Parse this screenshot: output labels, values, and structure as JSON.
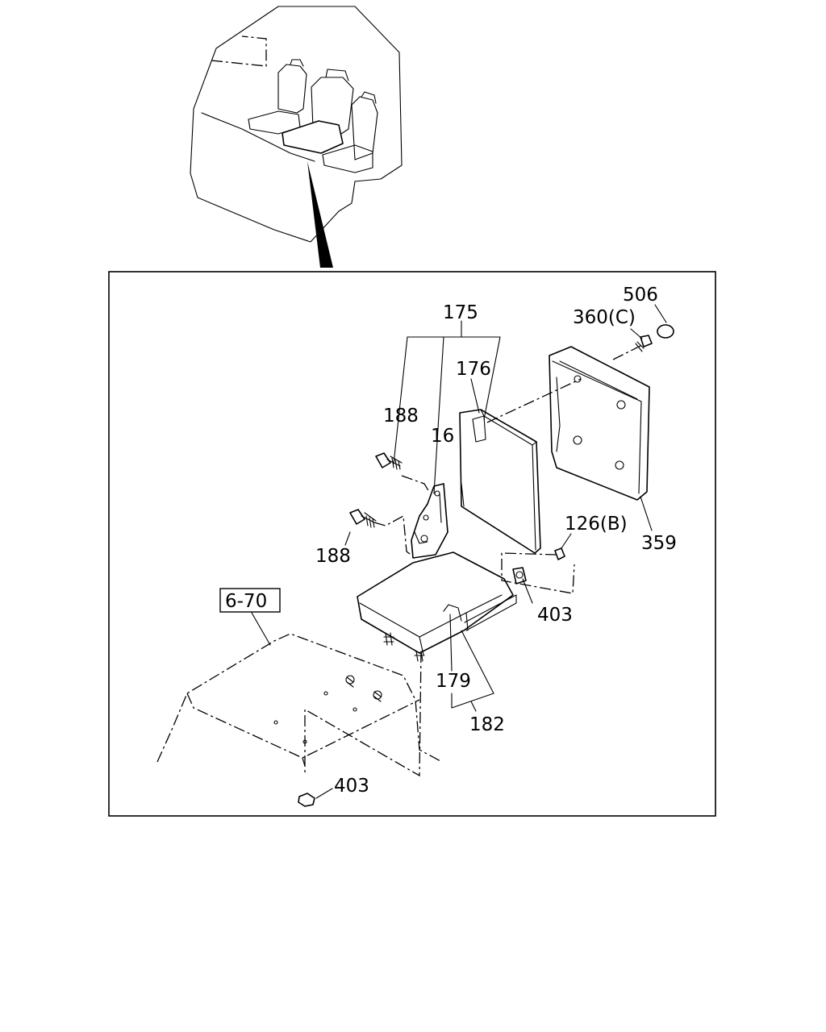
{
  "labels": {
    "l175": "175",
    "l176": "176",
    "l188a": "188",
    "l16": "16",
    "l188b": "188",
    "l506": "506",
    "l360c": "360(C)",
    "l126b": "126(B)",
    "l359": "359",
    "l403a": "403",
    "l179": "179",
    "l182": "182",
    "l670": "6-70",
    "l403b": "403"
  }
}
